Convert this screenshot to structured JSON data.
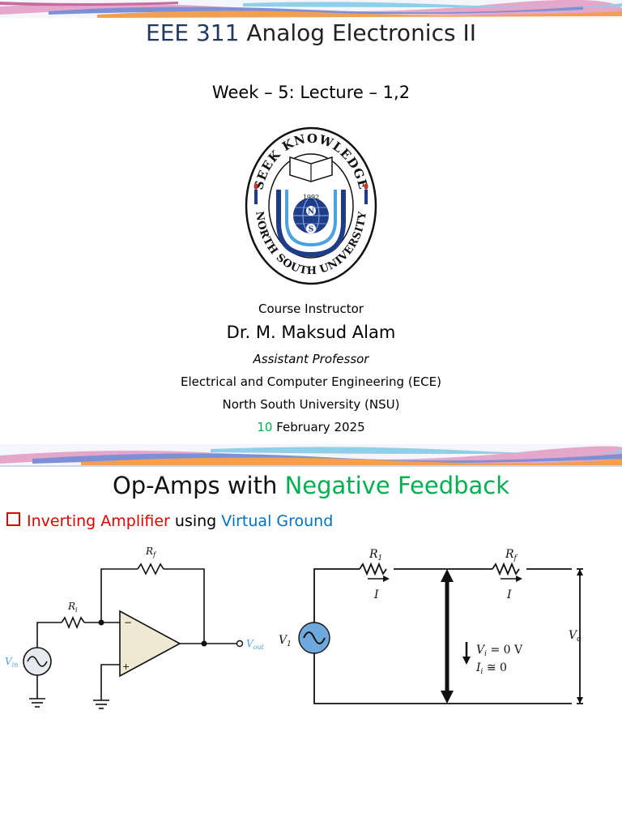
{
  "slide1": {
    "title_code": "EEE 311",
    "title_rest": " Analog Electronics II",
    "week": "Week – 5: Lecture – 1,2",
    "logo": {
      "text": "SEEK KNOWLEDGE",
      "bottom_text": "NORTH SOUTH UNIVERSITY",
      "year": "1992",
      "letters": [
        "N",
        "S"
      ],
      "colors": {
        "blue": "#1f3c88",
        "light_blue": "#4aa3df",
        "red": "#c0392b"
      }
    },
    "instructor_label": "Course Instructor",
    "name": "Dr. M. Maksud Alam",
    "role": "Assistant Professor",
    "department": "Electrical and Computer Engineering (ECE)",
    "university": "North South University (NSU)",
    "date_day": "10",
    "date_rest": " February 2025"
  },
  "slide2": {
    "title_a": "Op-Amps with ",
    "title_b": "Negative Feedback",
    "bullet_a": "Inverting Amplifier",
    "bullet_b": " using ",
    "bullet_c": "Virtual Ground",
    "circuit1": {
      "rf": "R",
      "rf_sub": "f",
      "ri": "R",
      "ri_sub": "i",
      "vin": "V",
      "vin_sub": "in",
      "vout": "V",
      "vout_sub": "out",
      "minus": "−",
      "plus": "+"
    },
    "circuit2": {
      "r1": "R",
      "r1_sub": "1",
      "rf": "R",
      "rf_sub": "f",
      "i_left": "I",
      "i_right": "I",
      "v1": "V",
      "v1_sub": "1",
      "vo": "V",
      "vo_sub": "o",
      "vi_eq": "V",
      "vi_sub": "i",
      "vi_val": " = 0 V",
      "ii_eq": "I",
      "ii_sub": "i",
      "ii_val": " ≅ 0"
    },
    "colors": {
      "green": "#00b050",
      "red": "#e00000",
      "blue": "#0070c0",
      "source_blue": "#6fa8dc"
    }
  }
}
